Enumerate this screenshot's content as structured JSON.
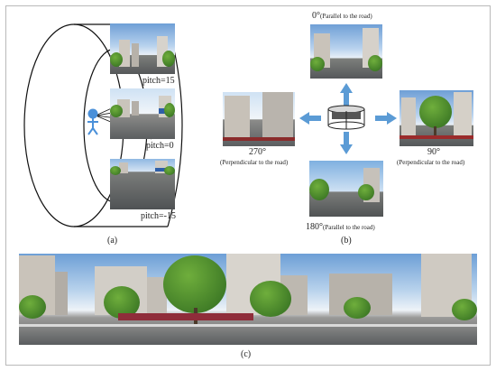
{
  "panel_a": {
    "label": "(a)",
    "pitch_labels": [
      "pitch=15",
      "pitch=0",
      "pitch=-15"
    ]
  },
  "panel_b": {
    "label": "(b)",
    "views": [
      {
        "angle": "0°",
        "description": "(Parallel to the road)"
      },
      {
        "angle": "90°",
        "description": "(Perpendicular to the road)"
      },
      {
        "angle": "180°",
        "description": "(Parallel to the road)"
      },
      {
        "angle": "270°",
        "description": "(Perpendicular to the road)"
      }
    ]
  },
  "panel_c": {
    "label": "(c)"
  },
  "colors": {
    "arrow": "#5b9bd5",
    "person": "#4a90d9",
    "frame": "#b9b9b9"
  }
}
